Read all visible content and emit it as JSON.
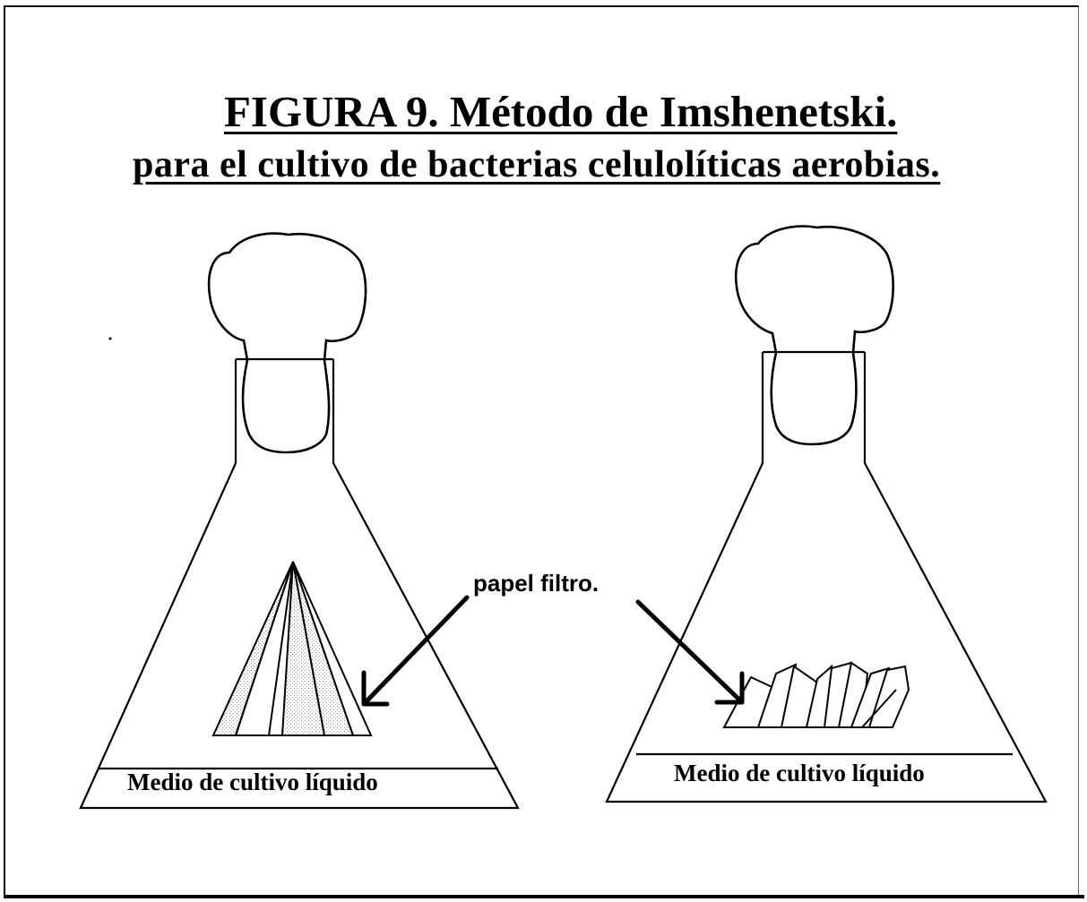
{
  "figure": {
    "title_line1": "FIGURA 9. Método de Imshenetski.",
    "title_line2": "para el cultivo de bacterias celulolíticas aerobias"
  },
  "labels": {
    "paper": "papel filtro.",
    "medium_left": "Medio de cultivo líquido",
    "medium_right": "Medio de cultivo líquido"
  }
}
